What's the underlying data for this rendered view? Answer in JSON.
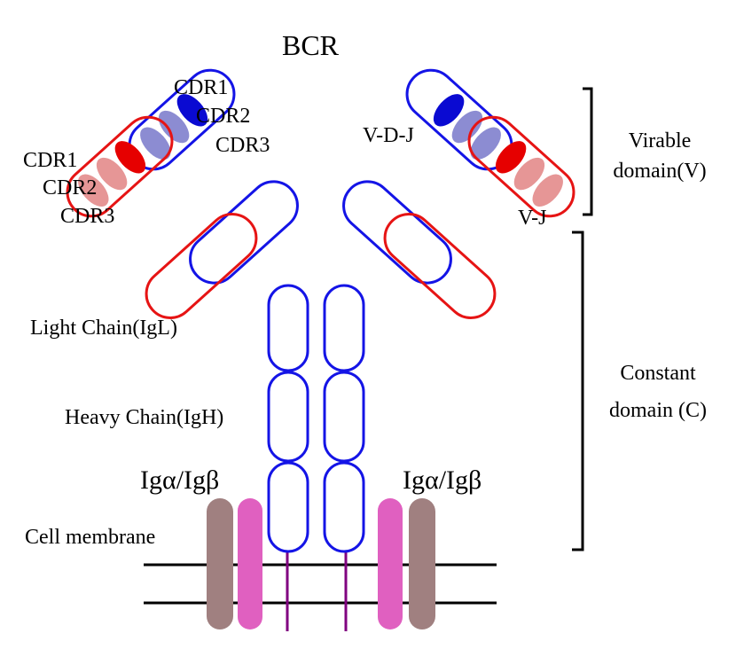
{
  "title": "BCR",
  "labels": {
    "cdr1_left": "CDR1",
    "cdr2_left": "CDR2",
    "cdr3_left": "CDR3",
    "cdr1_right": "CDR1",
    "cdr2_right": "CDR2",
    "cdr3_right": "CDR3",
    "vdj": "V-D-J",
    "vj": "V-J",
    "light_chain": "Light Chain(IgL)",
    "heavy_chain": "Heavy Chain(IgH)",
    "ig_ab_left": "Igα/Igβ",
    "ig_ab_right": "Igα/Igβ",
    "cell_membrane": "Cell membrane",
    "variable_domain_line1": "Virable",
    "variable_domain_line2": "domain(V)",
    "constant_domain_line1": "Constant",
    "constant_domain_line2": "domain (C)"
  },
  "colors": {
    "heavy_chain": "#1414e6",
    "light_chain": "#e61414",
    "cdr_heavy_light": "#8c8cd2",
    "cdr_heavy_dark": "#0a0ad2",
    "cdr_light_light": "#e69696",
    "cdr_light_dark": "#e60000",
    "ig_alpha": "#e060c0",
    "ig_beta": "#a08080",
    "anchor": "#800080",
    "membrane": "#000000"
  }
}
